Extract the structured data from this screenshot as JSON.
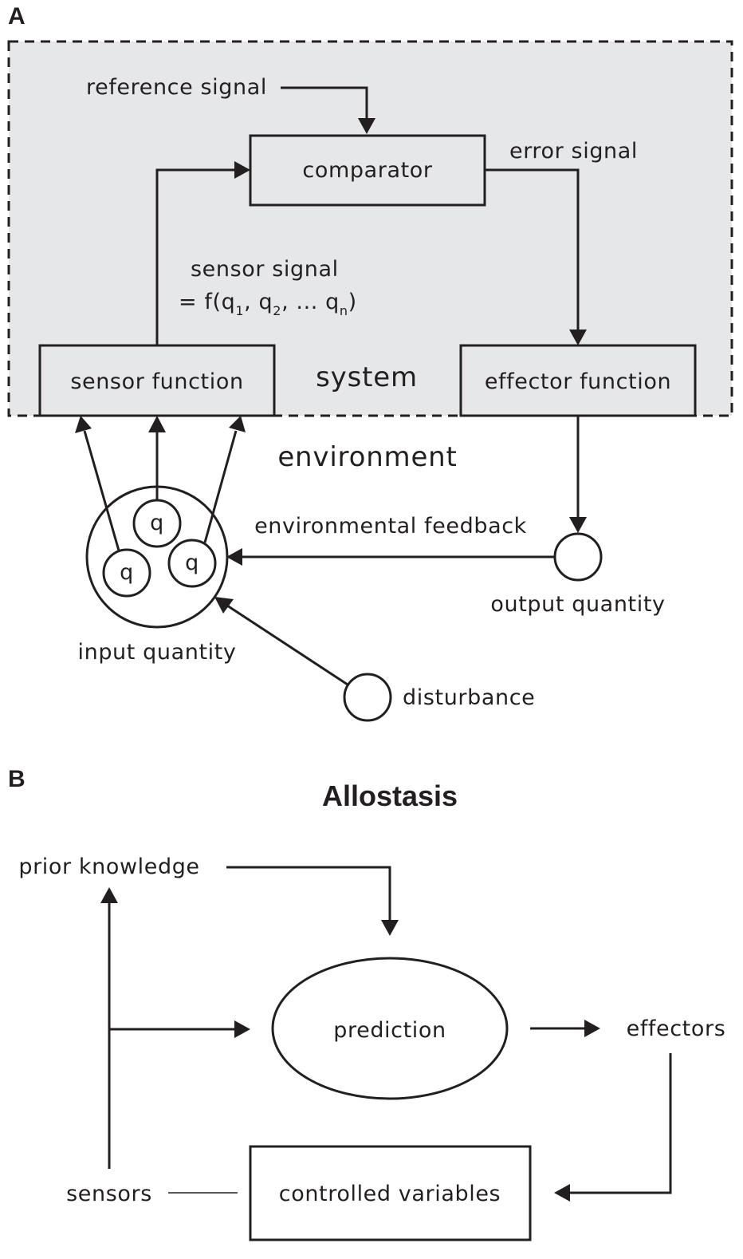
{
  "panel_a": {
    "letter": "A",
    "reference_signal": "reference signal",
    "comparator": "comparator",
    "error_signal": "error signal",
    "sensor_signal_line1": "sensor signal",
    "sensor_signal_line2_prefix": "= f(q",
    "sensor_signal_sub1": "1",
    "sensor_signal_mid1": ", q",
    "sensor_signal_sub2": "2",
    "sensor_signal_mid2": ", ... q",
    "sensor_signal_subn": "n",
    "sensor_signal_suffix": ")",
    "sensor_function": "sensor function",
    "system": "system",
    "effector_function": "effector function",
    "environment": "environment",
    "environmental_feedback": "environmental feedback",
    "q_top": "q",
    "q_left": "q",
    "q_right": "q",
    "output_quantity": "output quantity",
    "input_quantity": "input quantity",
    "disturbance": "disturbance"
  },
  "panel_b": {
    "letter": "B",
    "title": "Allostasis",
    "prior_knowledge": "prior knowledge",
    "prediction": "prediction",
    "effectors": "effectors",
    "sensors": "sensors",
    "controlled_variables": "controlled variables"
  },
  "colors": {
    "system_fill": "#e6e7e8",
    "ink": "#231f20"
  }
}
